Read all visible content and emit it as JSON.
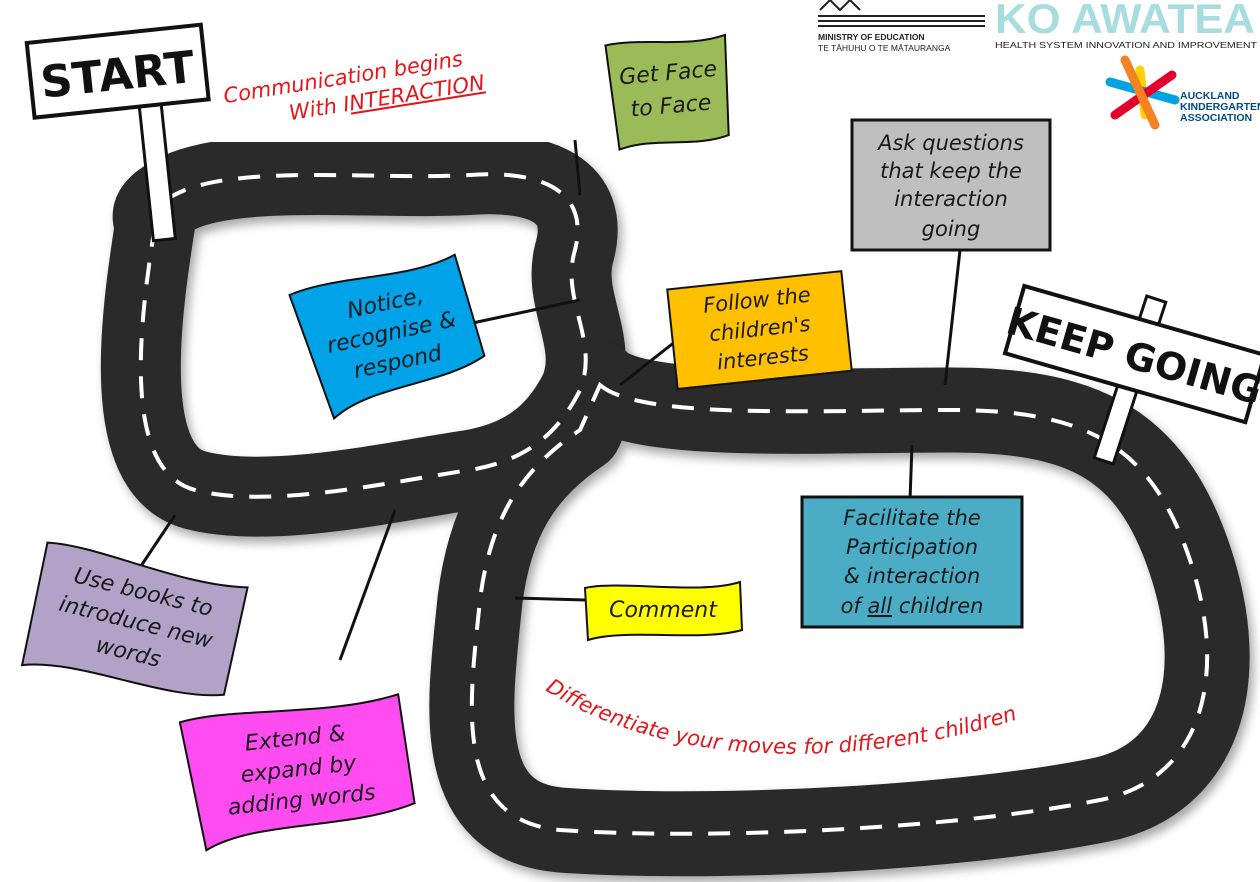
{
  "signs": {
    "start": "START",
    "keep_going": "KEEP GOING"
  },
  "captions": {
    "communication_line1": "Communication begins",
    "communication_line2_prefix": "With I",
    "communication_line2_underlined": "NTERACTION",
    "differentiate": "Differentiate your moves for different children"
  },
  "steps": {
    "face_to_face": [
      "Get Face",
      "to Face"
    ],
    "notice": [
      "Notice,",
      "recognise &",
      "respond"
    ],
    "follow": [
      "Follow the",
      "children's",
      "interests"
    ],
    "ask_questions": [
      "Ask questions",
      "that keep the",
      "interaction",
      "going"
    ],
    "facilitate": [
      "Facilitate the",
      "Participation",
      "& interaction"
    ],
    "facilitate_last": {
      "prefix": "of ",
      "underlined": "all",
      "suffix": " children"
    },
    "use_books": [
      "Use books to",
      "introduce new",
      "words"
    ],
    "extend": [
      "Extend &",
      "expand by",
      "adding words"
    ],
    "comment": "Comment"
  },
  "logos": {
    "moe_line1": "MINISTRY OF EDUCATION",
    "moe_line2": "TE TĀHUHU O TE MĀTAURANGA",
    "ko_awatea": "KO AWATEA",
    "ko_awatea_sub": "HEALTH SYSTEM INNOVATION AND IMPROVEMENT",
    "aka_line1": "AUCKLAND",
    "aka_line2": "KINDERGARTEN",
    "aka_line3": "ASSOCIATION"
  },
  "colors": {
    "road": "#2b2b2b",
    "dash": "#ffffff",
    "face_to_face": "#9bbb59",
    "notice": "#00a2e8",
    "follow": "#ffc000",
    "ask_questions": "#bfbfbf",
    "facilitate": "#4bacc6",
    "use_books": "#b3a2c7",
    "extend": "#ff4cf0",
    "comment": "#ffff00",
    "caption_red": "#e3161b"
  }
}
